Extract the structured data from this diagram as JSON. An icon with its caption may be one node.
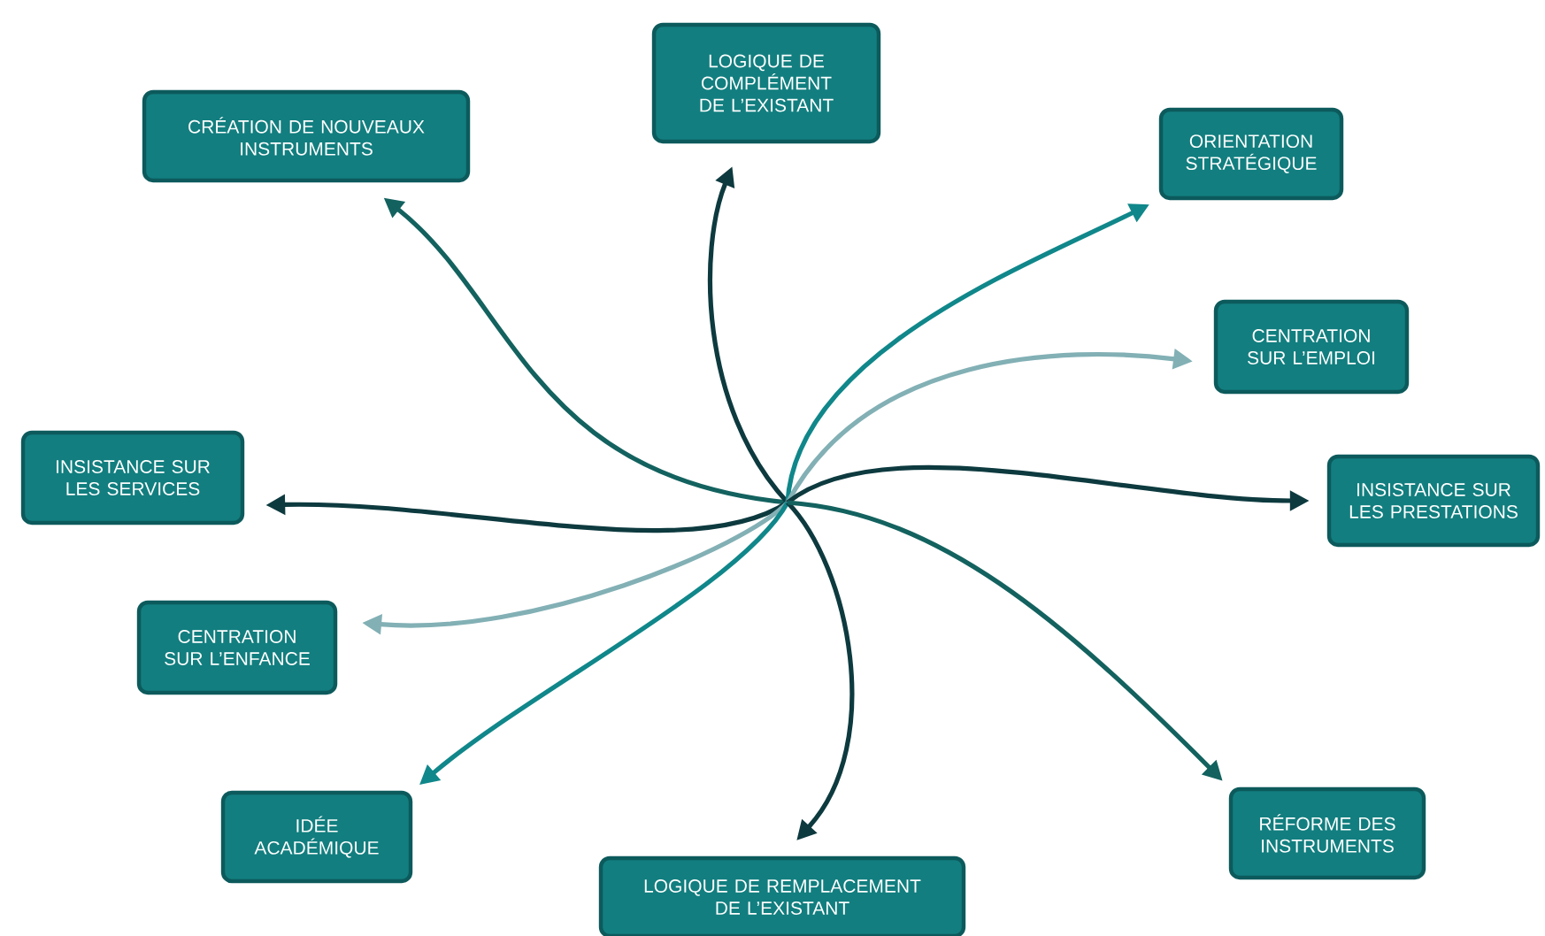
{
  "diagram": {
    "nodes": [
      {
        "text": [
          "CRÉATION DE NOUVEAUX INSTRUMENTS"
        ]
      },
      {
        "text": [
          "LOGIQUE DE COMPLÉMENT DE L’EXISTANT"
        ]
      },
      {
        "text": [
          "ORIENTATION STRATÉGIQUE"
        ]
      },
      {
        "text": [
          "CENTRATION SUR L’EMPLOI"
        ]
      },
      {
        "text": [
          "INSISTANCE SUR LES SERVICES"
        ]
      },
      {
        "text": [
          "INSISTANCE SUR LES PRESTATIONS"
        ]
      },
      {
        "text": [
          "CENTRATION SUR L’ENFANCE"
        ]
      },
      {
        "text": [
          "IDÉE ACADÉMIQUE"
        ]
      },
      {
        "text": [
          "LOGIQUE DE REMPLACEMENT DE L’EXISTANT"
        ]
      },
      {
        "text": [
          "RÉFORME DES INSTRUMENTS"
        ]
      }
    ],
    "edges": [
      {
        "from": null,
        "to": 0,
        "arrow": "to",
        "color": "#13625f"
      },
      {
        "from": null,
        "to": 1,
        "arrow": "to"
      },
      {
        "from": null,
        "to": 2,
        "arrow": "to",
        "color": "#10878a"
      },
      {
        "from": null,
        "to": 3,
        "arrow": "to",
        "color": "#82b0b5"
      },
      {
        "from": null,
        "to": 4,
        "arrow": "to"
      },
      {
        "from": null,
        "to": 5,
        "arrow": "to"
      },
      {
        "from": null,
        "to": 6,
        "arrow": "to",
        "color": "#82b0b5"
      },
      {
        "from": null,
        "to": 7,
        "arrow": "to",
        "color": "#10878a"
      },
      {
        "from": null,
        "to": 8,
        "arrow": "to"
      },
      {
        "from": null,
        "to": 9,
        "arrow": "to",
        "color": "#13625f"
      }
    ]
  }
}
